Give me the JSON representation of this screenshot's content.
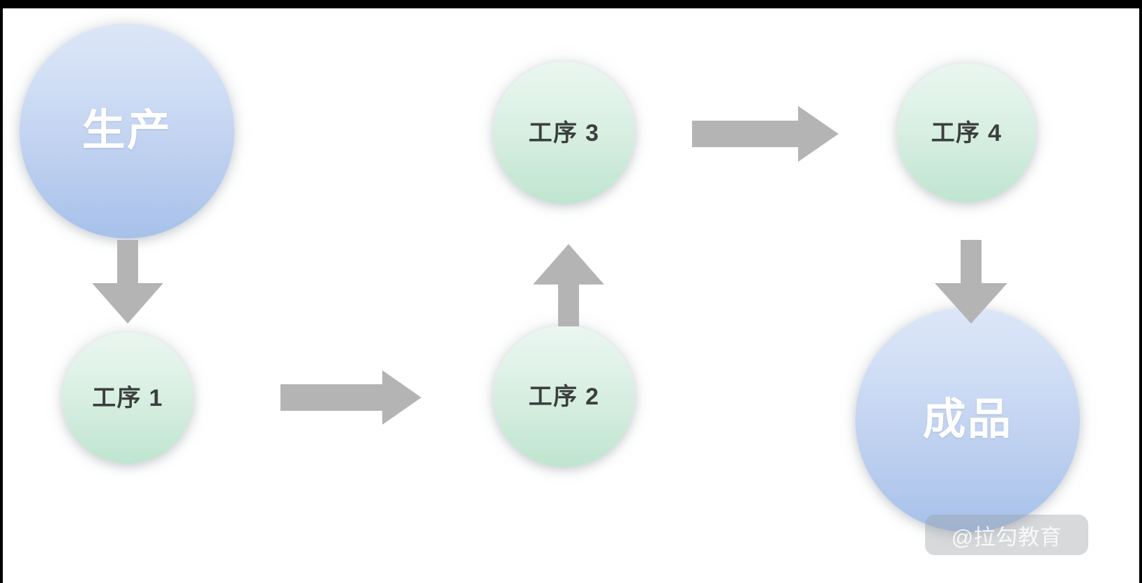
{
  "slide": {
    "background_color": "#ffffff",
    "frame_color": "#000000"
  },
  "palette": {
    "blue_node_top": "#dce6f7",
    "blue_node_bottom": "#a7c1ea",
    "green_node_top": "#e9f6ef",
    "green_node_bottom": "#bfe5d0",
    "arrow_gray": "#b4b4b4",
    "blue_label_color": "#ffffff",
    "green_label_color": "#3b3f3e"
  },
  "diagram": {
    "type": "flowchart",
    "nodes": [
      {
        "id": "production",
        "label": "生产",
        "style": "blue",
        "role": "start"
      },
      {
        "id": "step1",
        "label": "工序 1",
        "style": "green",
        "role": "process"
      },
      {
        "id": "step2",
        "label": "工序 2",
        "style": "green",
        "role": "process"
      },
      {
        "id": "step3",
        "label": "工序 3",
        "style": "green",
        "role": "process"
      },
      {
        "id": "step4",
        "label": "工序 4",
        "style": "green",
        "role": "process"
      },
      {
        "id": "finished",
        "label": "成品",
        "style": "blue",
        "role": "end"
      }
    ],
    "edges": [
      {
        "from": "production",
        "to": "step1",
        "direction": "down"
      },
      {
        "from": "step1",
        "to": "step2",
        "direction": "right"
      },
      {
        "from": "step2",
        "to": "step3",
        "direction": "up"
      },
      {
        "from": "step3",
        "to": "step4",
        "direction": "right"
      },
      {
        "from": "step4",
        "to": "finished",
        "direction": "down"
      }
    ]
  },
  "watermark": {
    "text": "@拉勾教育"
  }
}
